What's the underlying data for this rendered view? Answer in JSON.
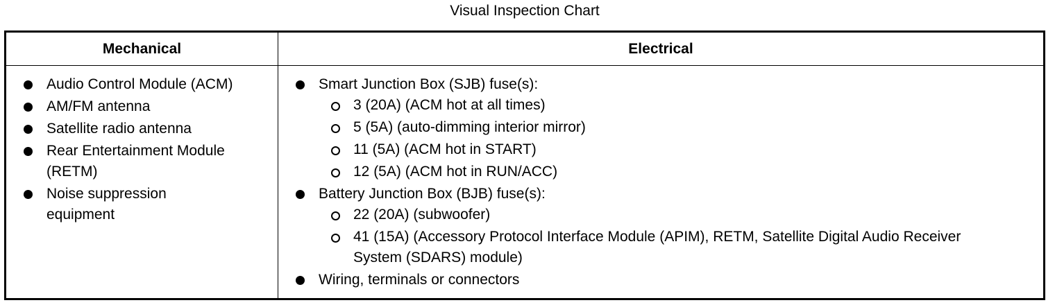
{
  "title": "Visual Inspection Chart",
  "headers": {
    "mechanical": "Mechanical",
    "electrical": "Electrical"
  },
  "mechanical_items": [
    "Audio Control Module (ACM)",
    "AM/FM antenna",
    "Satellite radio antenna",
    "Rear Entertainment Module (RETM)",
    "Noise suppression equipment"
  ],
  "electrical_items": [
    {
      "label": "Smart Junction Box (SJB) fuse(s):",
      "subitems": [
        "3 (20A) (ACM hot at all times)",
        "5 (5A) (auto-dimming interior mirror)",
        "11 (5A) (ACM hot in START)",
        "12 (5A) (ACM hot in RUN/ACC)"
      ]
    },
    {
      "label": "Battery Junction Box (BJB) fuse(s):",
      "subitems": [
        "22 (20A) (subwoofer)",
        "41 (15A) (Accessory Protocol Interface Module (APIM), RETM, Satellite Digital Audio Receiver System (SDARS) module)"
      ]
    },
    {
      "label": "Wiring, terminals or connectors",
      "subitems": []
    }
  ]
}
